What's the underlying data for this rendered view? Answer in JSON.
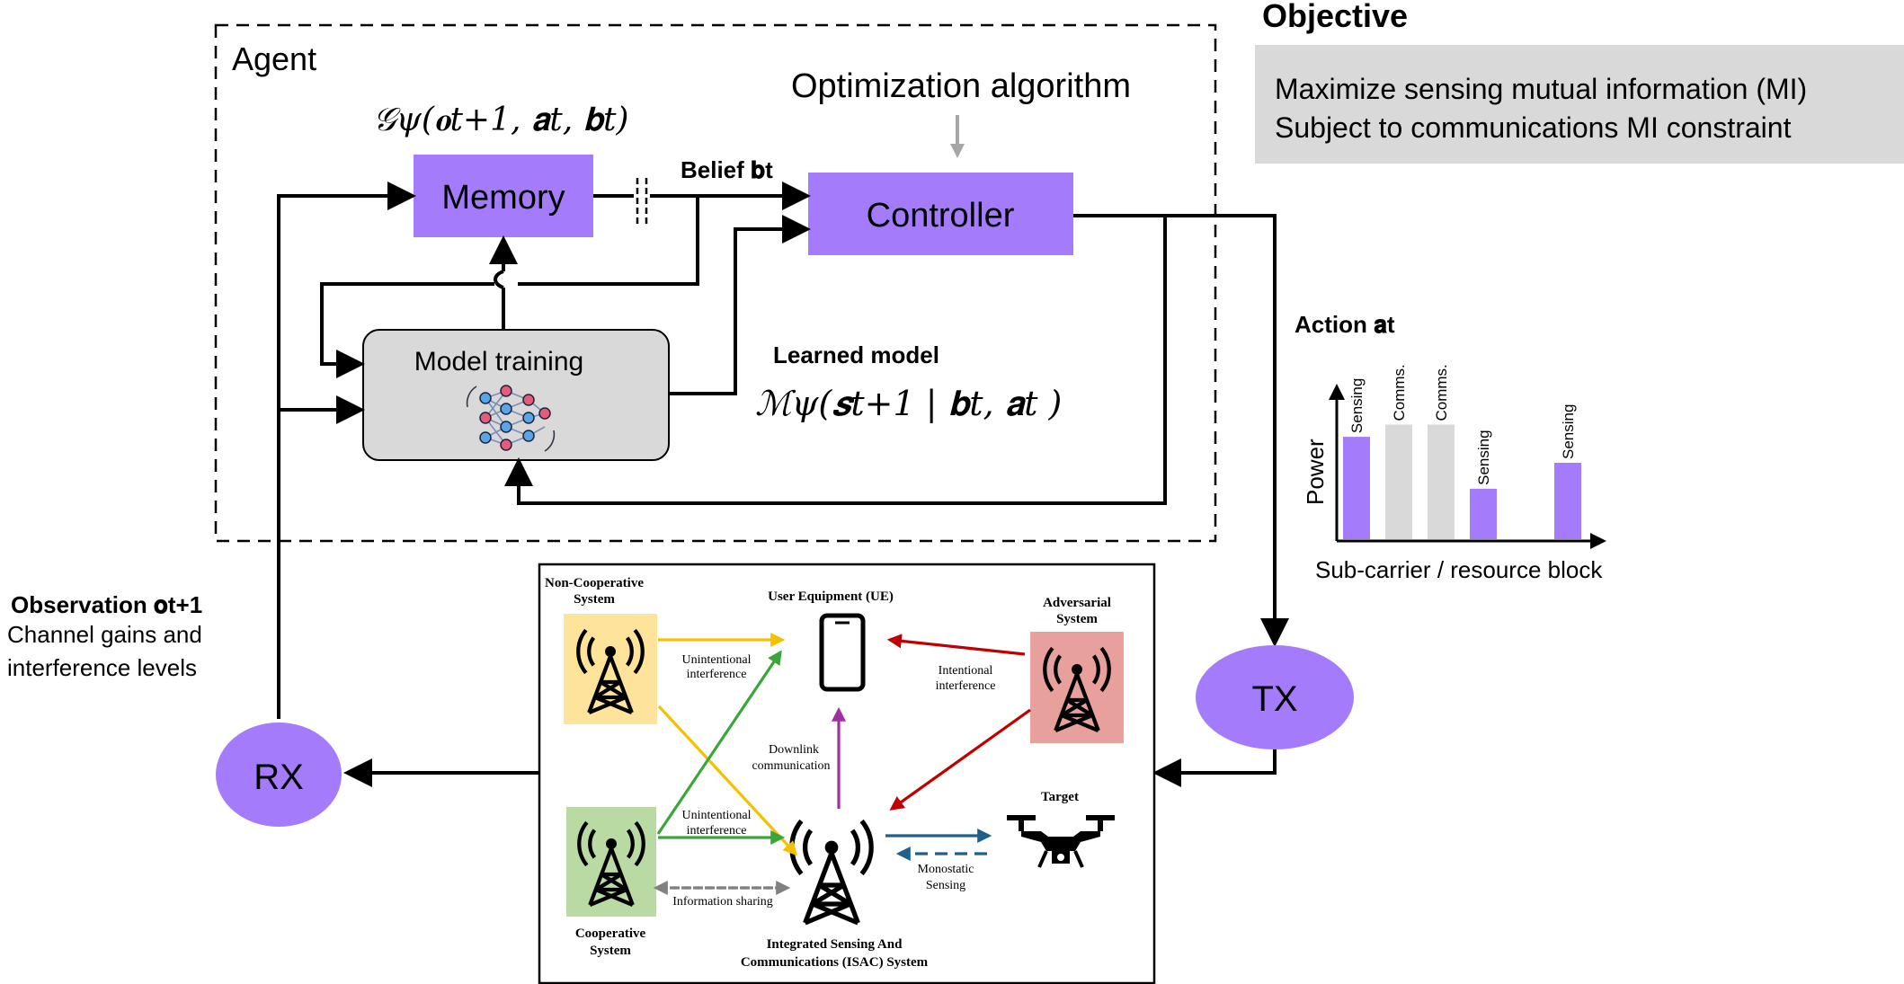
{
  "agent": {
    "label": "Agent",
    "memory_formula": "𝒢ψ(𝐨t+1, 𝐚t, 𝐛t)",
    "memory_label": "Memory",
    "belief_label": "Belief 𝐛t",
    "optimization_label": "Optimization algorithm",
    "controller_label": "Controller",
    "model_training_label": "Model training",
    "learned_model_label": "Learned model",
    "learned_model_formula": "ℳψ(𝒔t+1 | 𝐛t, 𝐚t )"
  },
  "objective": {
    "title": "Objective",
    "line1": "Maximize sensing mutual information (MI)",
    "line2": "Subject to communications MI constraint"
  },
  "action": {
    "title": "Action 𝐚t",
    "y_axis_label": "Power",
    "x_axis_label": "Sub-carrier / resource block"
  },
  "chart_data": {
    "type": "bar",
    "categories": [
      "Sensing",
      "Comms.",
      "Comms.",
      "Sensing",
      "",
      "Sensing"
    ],
    "values": [
      0.67,
      0.75,
      0.75,
      0.33,
      0,
      0.5
    ],
    "series_colors": [
      "#a47cfb",
      "#d9d9d9",
      "#d9d9d9",
      "#a47cfb",
      "#ffffff",
      "#a47cfb"
    ],
    "xlabel": "Sub-carrier / resource block",
    "ylabel": "Power"
  },
  "observation": {
    "title": "Observation 𝐨t+1",
    "line1": "Channel gains and",
    "line2": "interference levels"
  },
  "nodes": {
    "rx": "RX",
    "tx": "TX"
  },
  "scenario": {
    "non_coop": "Non-Cooperative System",
    "non_coop_line1": "Non-Cooperative",
    "non_coop_line2": "System",
    "ue": "User Equipment (UE)",
    "adversarial_line1": "Adversarial",
    "adversarial_line2": "System",
    "unintentional_1a": "Unintentional",
    "unintentional_1b": "interference",
    "intentional_a": "Intentional",
    "intentional_b": "interference",
    "downlink_a": "Downlink",
    "downlink_b": "communication",
    "unintentional_2a": "Unintentional",
    "unintentional_2b": "interference",
    "target": "Target",
    "monostatic_a": "Monostatic",
    "monostatic_b": "Sensing",
    "info_sharing": "Information sharing",
    "coop_line1": "Cooperative",
    "coop_line2": "System",
    "isac_line1": "Integrated Sensing And",
    "isac_line2": "Communications (ISAC) System"
  },
  "colors": {
    "purple_block": "#a47cfb",
    "gray_block": "#d9d9d9",
    "non_coop_bg": "#fde49a",
    "coop_bg": "#b9dba3",
    "adversarial_bg": "#e8a09c",
    "yellow_arrow": "#f5c000",
    "green_arrow": "#3aa63a",
    "red_arrow": "#c00000",
    "magenta_arrow": "#a030a0",
    "blue_arrow": "#1f5f8b",
    "gray_arrow": "#808080"
  }
}
